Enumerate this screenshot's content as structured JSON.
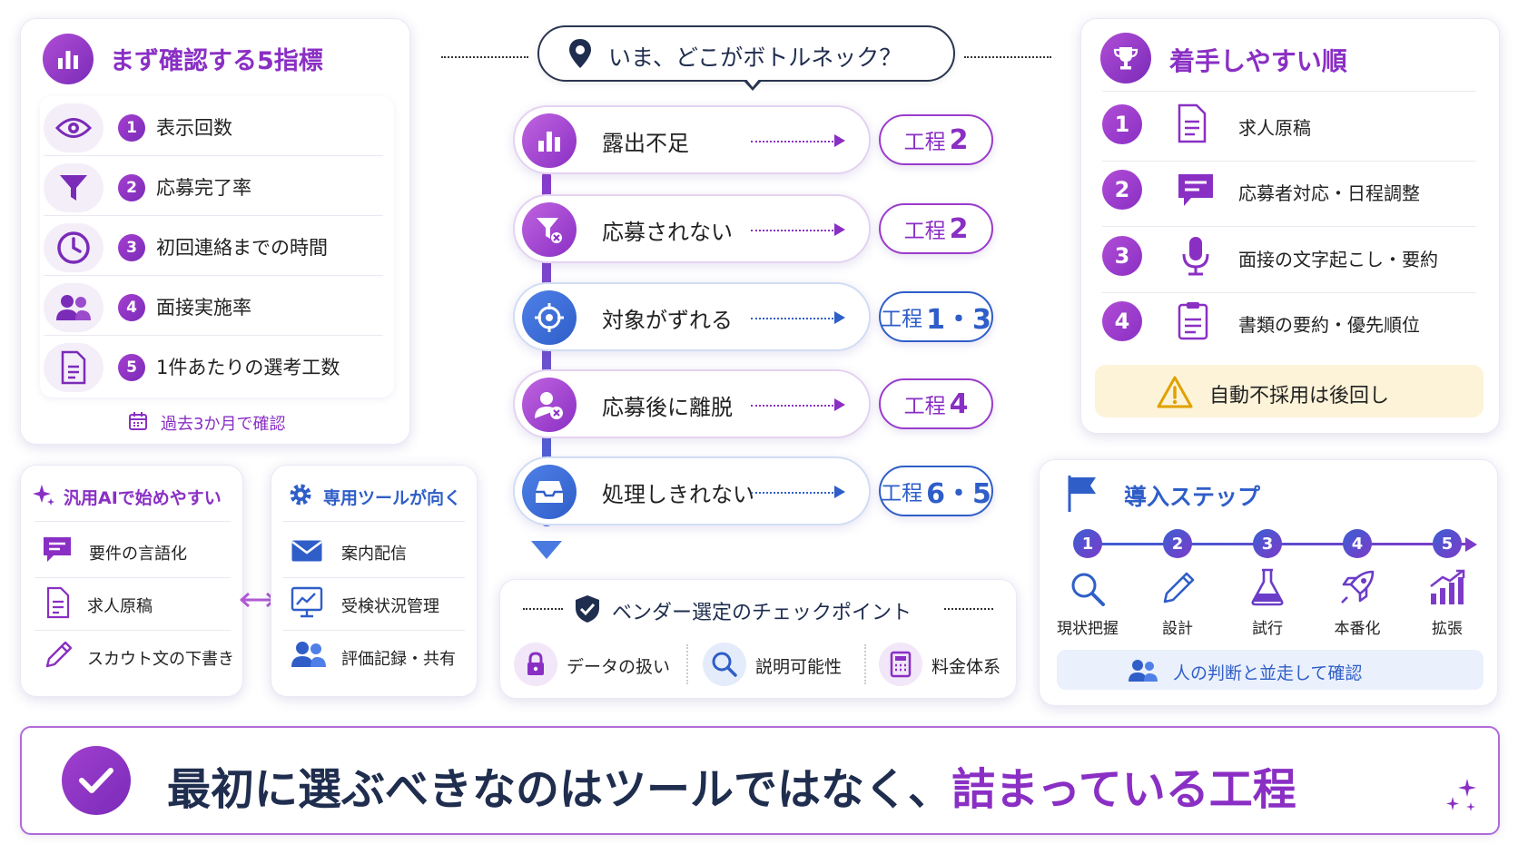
{
  "metrics": {
    "title": "まず確認する5指標",
    "items": [
      {
        "num": "1",
        "label": "表示回数",
        "icon": "eye-icon"
      },
      {
        "num": "2",
        "label": "応募完了率",
        "icon": "funnel-icon"
      },
      {
        "num": "3",
        "label": "初回連絡までの時間",
        "icon": "clock-icon"
      },
      {
        "num": "4",
        "label": "面接実施率",
        "icon": "people-icon"
      },
      {
        "num": "5",
        "label": "1件あたりの選考工数",
        "icon": "document-icon"
      }
    ],
    "footer": "過去3か月で確認"
  },
  "bottleneck": {
    "question": "いま、どこがボトルネック？",
    "items": [
      {
        "label": "露出不足",
        "stage_prefix": "工程",
        "stage_num": "2",
        "icon": "bar-chart-icon"
      },
      {
        "label": "応募されない",
        "stage_prefix": "工程",
        "stage_num": "2",
        "icon": "funnel-x-icon"
      },
      {
        "label": "対象がずれる",
        "stage_prefix": "工程",
        "stage_num": "1・3",
        "icon": "target-icon"
      },
      {
        "label": "応募後に離脱",
        "stage_prefix": "工程",
        "stage_num": "4",
        "icon": "user-x-icon"
      },
      {
        "label": "処理しきれない",
        "stage_prefix": "工程",
        "stage_num": "6・5",
        "icon": "inbox-icon"
      }
    ]
  },
  "priority": {
    "title": "着手しやすい順",
    "items": [
      {
        "num": "1",
        "label": "求人原稿",
        "icon": "document-icon"
      },
      {
        "num": "2",
        "label": "応募者対応・日程調整",
        "icon": "chat-icon"
      },
      {
        "num": "3",
        "label": "面接の文字起こし・要約",
        "icon": "microphone-icon"
      },
      {
        "num": "4",
        "label": "書類の要約・優先順位",
        "icon": "clipboard-icon"
      }
    ],
    "warning": "自動不採用は後回し"
  },
  "general_ai": {
    "title": "汎用AIで始めやすい",
    "items": [
      "要件の言語化",
      "求人原稿",
      "スカウト文の下書き"
    ]
  },
  "dedicated_tools": {
    "title": "専用ツールが向く",
    "items": [
      "案内配信",
      "受検状況管理",
      "評価記録・共有"
    ]
  },
  "vendor": {
    "title": "ベンダー選定のチェックポイント",
    "items": [
      "データの扱い",
      "説明可能性",
      "料金体系"
    ]
  },
  "steps": {
    "title": "導入ステップ",
    "items": [
      {
        "num": "1",
        "label": "現状把握"
      },
      {
        "num": "2",
        "label": "設計"
      },
      {
        "num": "3",
        "label": "試行"
      },
      {
        "num": "4",
        "label": "本番化"
      },
      {
        "num": "5",
        "label": "拡張"
      }
    ],
    "footer": "人の判断と並走して確認"
  },
  "conclusion": {
    "text_main": "最初に選ぶべきなのはツールではなく、",
    "text_highlight": "詰まっている工程"
  },
  "colors": {
    "purple": "#8a2fc4",
    "blue": "#2f5ec8",
    "warning_bg": "#fdf3d8"
  }
}
